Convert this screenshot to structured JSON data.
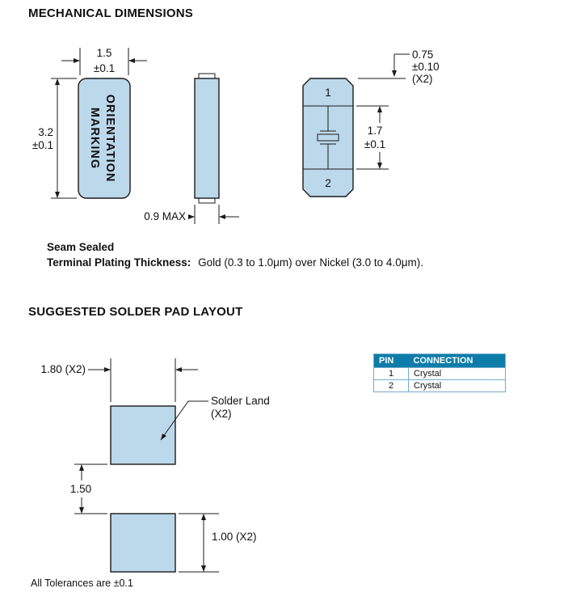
{
  "titles": {
    "mechanical": "MECHANICAL DIMENSIONS",
    "solder_pad": "SUGGESTED SOLDER PAD LAYOUT"
  },
  "front_view": {
    "width_value": "1.5",
    "width_tolerance": "±0.1",
    "height_value": "3.2",
    "height_tolerance": "±0.1",
    "marking_line1": "MARKING",
    "marking_line2": "ORIENTATION"
  },
  "side_view": {
    "thickness_label": "0.9 MAX"
  },
  "back_view": {
    "pad1_label": "1",
    "pad2_label": "2",
    "pad_height_value": "0.75",
    "pad_height_tolerance": "±0.10",
    "pad_height_qty": "(X2)",
    "inner_value": "1.7",
    "inner_tolerance": "±0.1"
  },
  "notes": {
    "seam": "Seam Sealed",
    "plating_label": "Terminal Plating Thickness:",
    "plating_text": "Gold (0.3 to 1.0μm) over Nickel (3.0 to 4.0μm)."
  },
  "pad_layout": {
    "width_dim": "1.80 (X2)",
    "solder_land_line1": "Solder Land",
    "solder_land_line2": "(X2)",
    "gap_dim": "1.50",
    "height_dim": "1.00 (X2)"
  },
  "pin_table": {
    "headers": [
      "PIN",
      "CONNECTION"
    ],
    "rows": [
      {
        "pin": "1",
        "connection": "Crystal"
      },
      {
        "pin": "2",
        "connection": "Crystal"
      }
    ]
  },
  "footer": {
    "tolerance_note": "All Tolerances are ±0.1"
  },
  "colors": {
    "component_fill": "#bcd8eb",
    "table_header_bg": "#0e7ca8",
    "table_border": "#74aecd"
  }
}
